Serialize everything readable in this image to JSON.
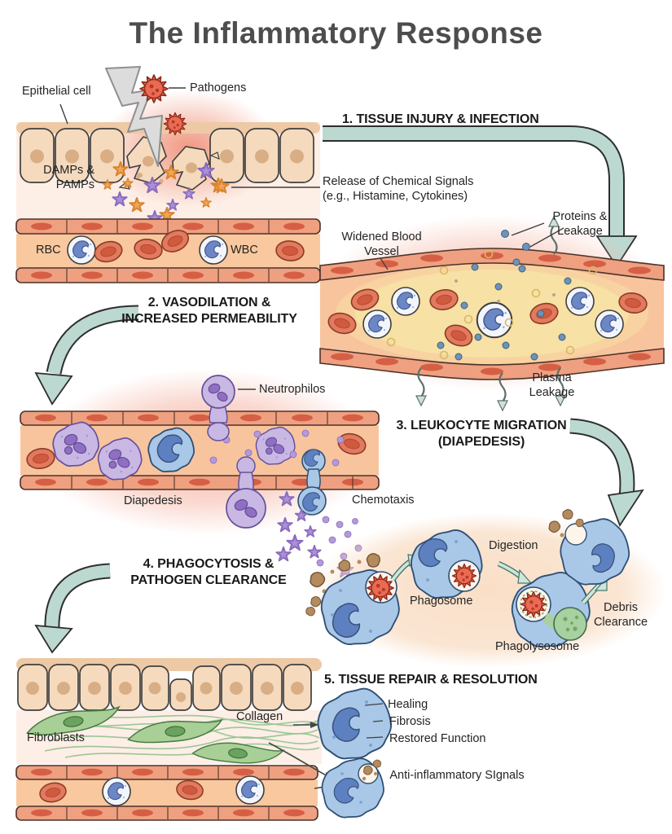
{
  "title": "The Inflammatory Response",
  "steps": {
    "s1": "1. TISSUE INJURY & INFECTION",
    "s2": "2. VASODILATION & INCREASED PERMEABILITY",
    "s3": "3. LEUKOCYTE MIGRATION (DIAPEDESIS)",
    "s4": "4. PHAGOCYTOSIS & PATHOGEN CLEARANCE",
    "s5": "5. TISSUE REPAIR & RESOLUTION"
  },
  "labels": {
    "epithelial_cell": "Epithelial cell",
    "pathogens": "Pathogens",
    "damps_pamps": "DAMPs & PAMPs",
    "chemical_signals": "Release of Chemical Signals (e.g., Histamine, Cytokines)",
    "rbc": "RBC",
    "wbc": "WBC",
    "widened_vessel": "Widened Blood Vessel",
    "proteins_leakage": "Proteins & Leakage",
    "plasma_leakage": "Plasma Leakage",
    "neutrophils": "Neutrophilos",
    "diapedesis": "Diapedesis",
    "chemotaxis": "Chemotaxis",
    "phagosome": "Phagosome",
    "digestion": "Digestion",
    "phagolysosome": "Phagolysosome",
    "debris_clearance": "Debris Clearance",
    "fibroblasts": "Fibroblasts",
    "collagen": "Collagen",
    "healing": "Healing",
    "fibrosis": "Fibrosis",
    "restored_function": "Restored Function",
    "anti_inflammatory": "Anti-inflammatory SIgnals"
  },
  "colors": {
    "accent_teal": "#bcd9d1",
    "epithelium_tan": "#f5dabd",
    "vessel_wall_salmon": "#efa080",
    "vessel_lumen": "#f9c89e",
    "plasma_yellow": "#f7e1a4",
    "rbc_red": "#e17a5e",
    "wbc_blue": "#6c87c6",
    "neutrophil_purple": "#c9b7e4",
    "macrophage_blue": "#a9c8e8",
    "pathogen_red": "#e8614b",
    "damp_orange": "#f2a553",
    "pamp_purple": "#ab90d6",
    "fibroblast_green": "#a8cf96",
    "debris_brown": "#b48b5c",
    "glow_pink": "#f4a08c",
    "title_gray": "#4d4d4d"
  }
}
